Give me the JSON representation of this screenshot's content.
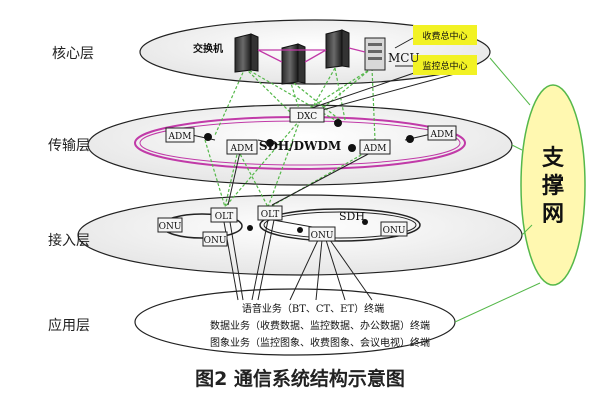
{
  "layers": {
    "core": "核心层",
    "transport": "传输层",
    "access": "接入层",
    "application": "应用层"
  },
  "support_net": [
    "支",
    "撑",
    "网"
  ],
  "core": {
    "switch": "交换机",
    "mcu": "MCU",
    "billing_center": "收费总中心",
    "monitor_center": "监控总中心"
  },
  "transport": {
    "ring": "SDH/DWDM",
    "dxc": "DXC",
    "adm": "ADM"
  },
  "access": {
    "sdh": "SDH",
    "olt": "OLT",
    "onu": "ONU"
  },
  "services": [
    "语音业务（BT、CT、ET）终端",
    "数据业务（收费数据、监控数据、办公数据）终端",
    "图象业务（监控图象、收费图象、会议电视）终端"
  ],
  "caption": "图2   通信系统结构示意图",
  "colors": {
    "ring_pink": "#c13aa8",
    "link_green": "#55b84a",
    "callout_yellow": "#f2f224"
  }
}
